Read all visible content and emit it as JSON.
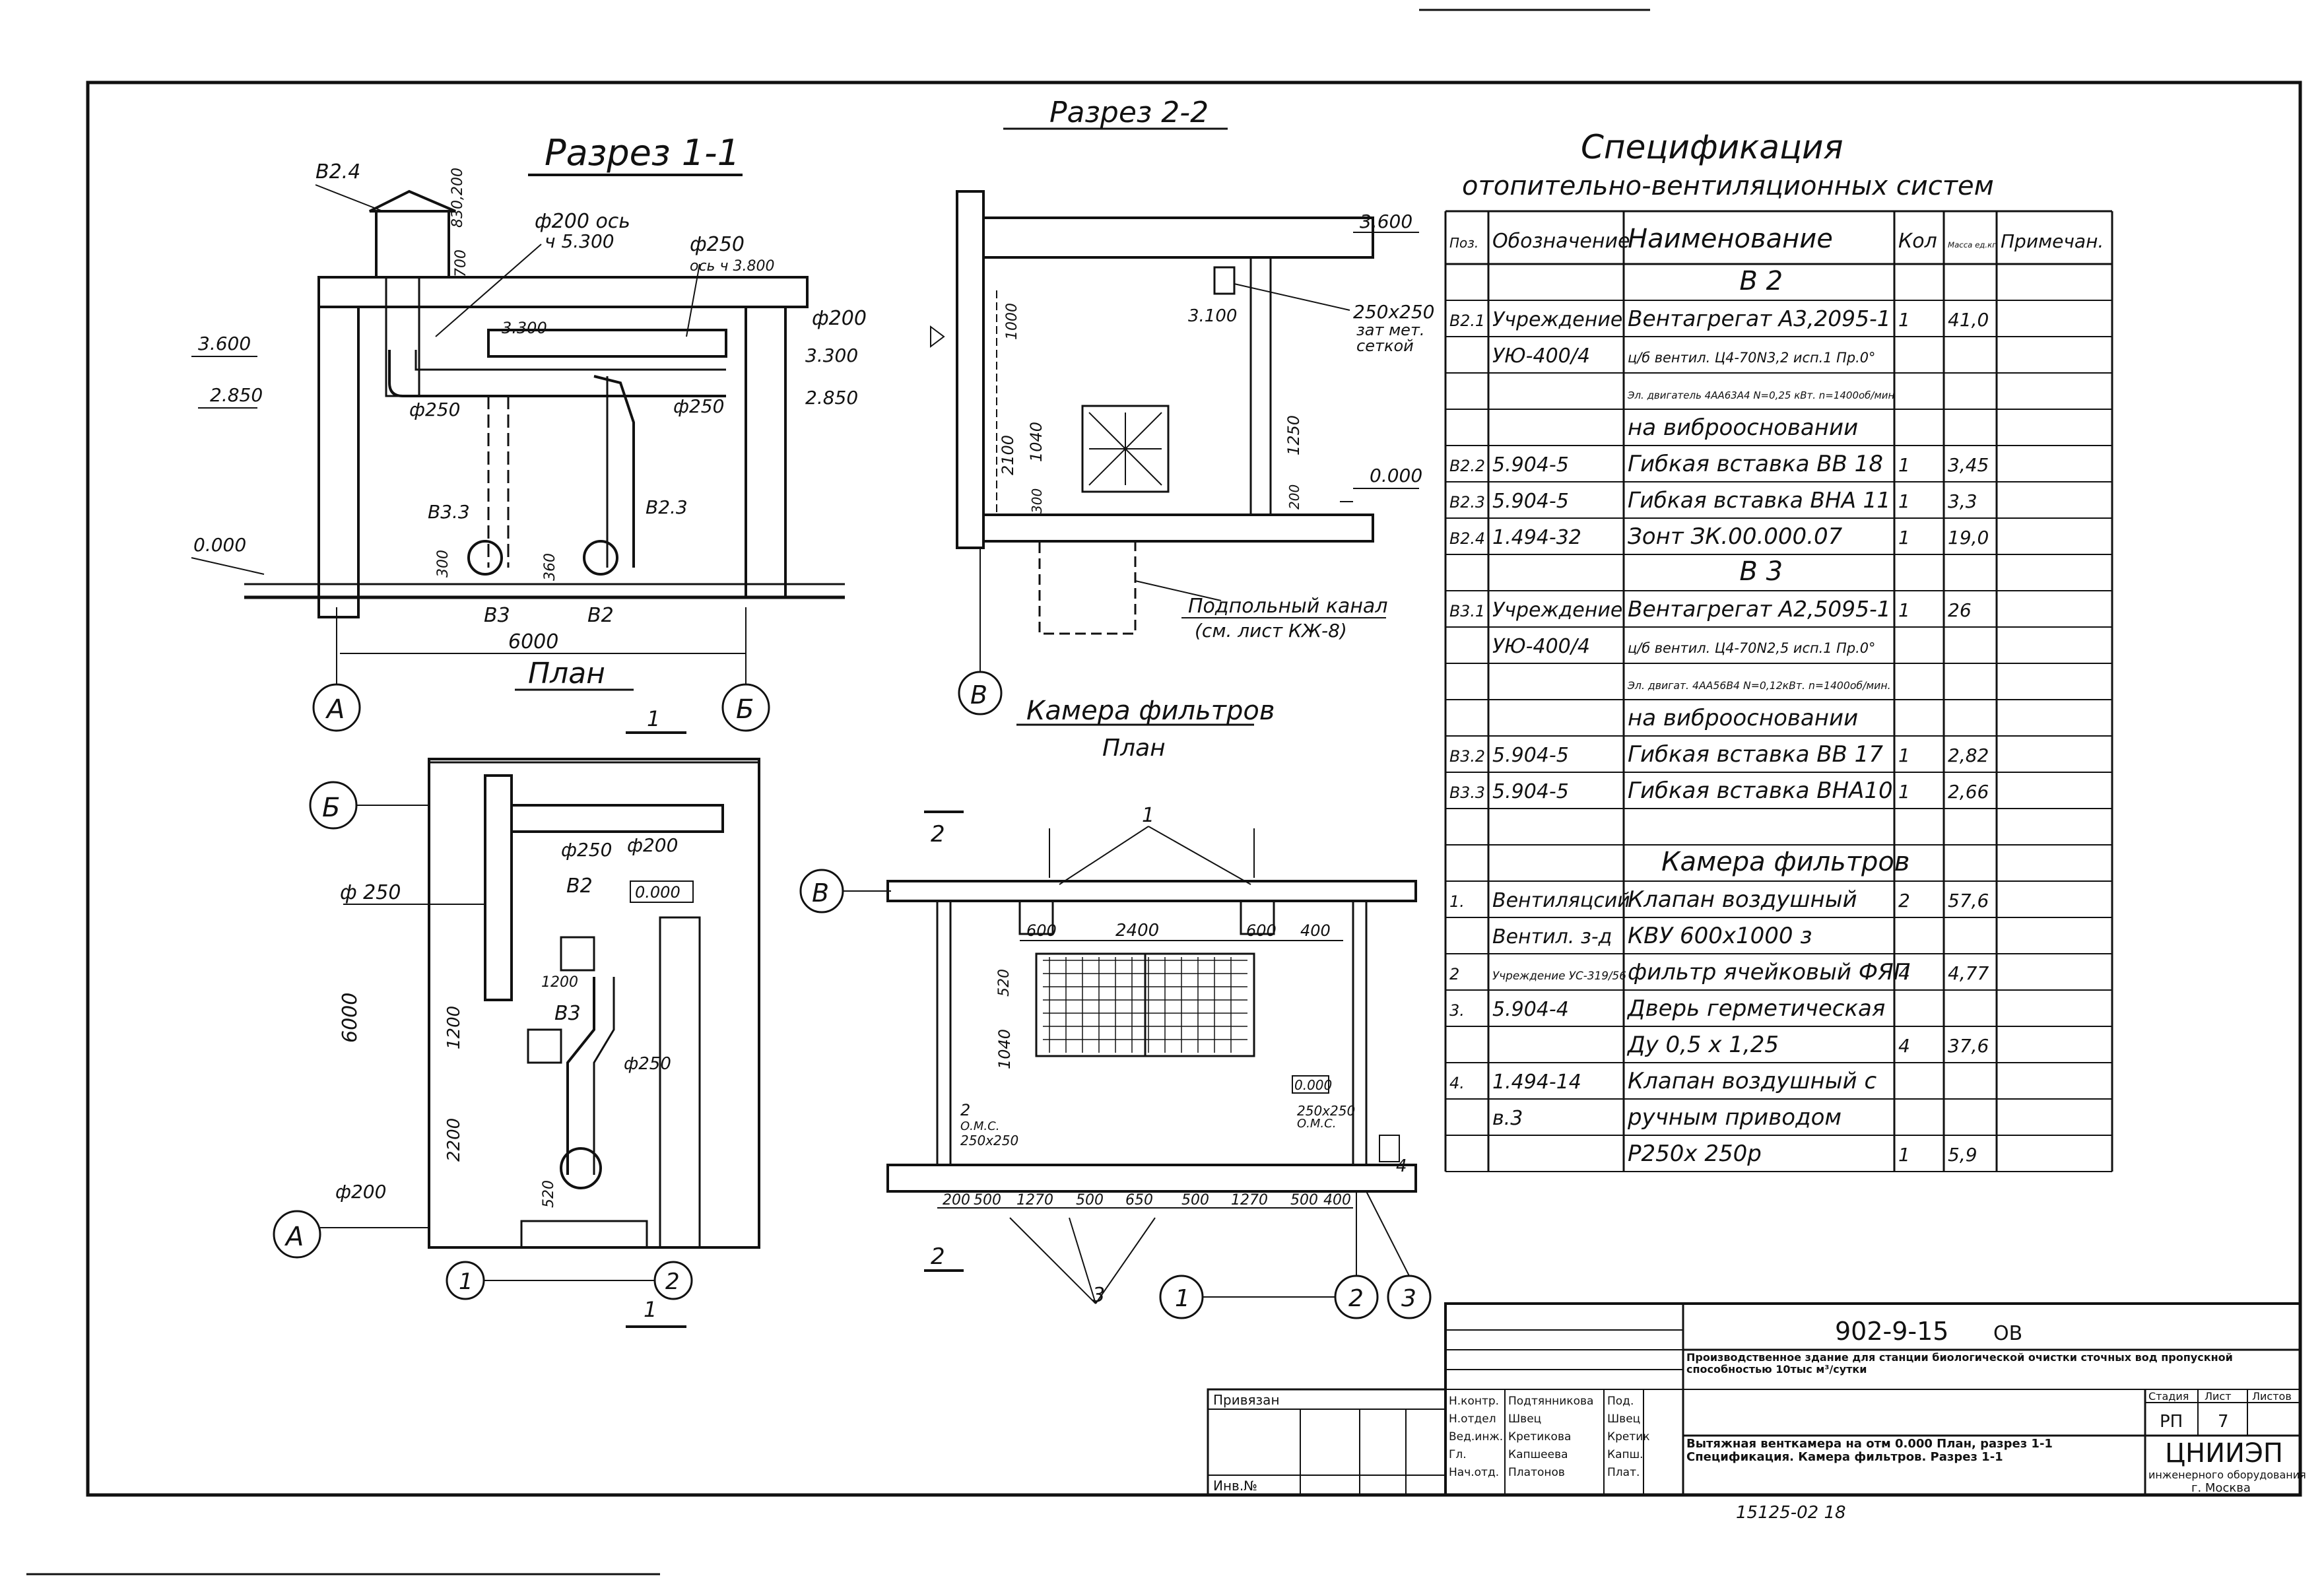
{
  "section_1_1": {
    "title": "Разрез 1-1",
    "elev_top_vent": "В2.4",
    "dim_830_200": "830,200",
    "dim_700": "700",
    "duct1": "ф200 ось",
    "duct1_elev": "ч 5.300",
    "duct2": "ф250",
    "duct2_elev": "ось ч 3.800",
    "elev_3600": "3.600",
    "elev_2850_left": "2.850",
    "elev_3300_mark": "3.300",
    "d200_right": "ф200",
    "elev_3300_right": "3.300",
    "elev_2850_right": "2.850",
    "d250_left": "ф250",
    "d250_mid": "ф250",
    "label_v33": "В3.3",
    "label_v23": "В2.3",
    "dim_300": "300",
    "dim_360": "360",
    "label_v3": "В3",
    "label_v2": "В2",
    "elev_0000": "0.000",
    "dim_6000": "6000",
    "axis_a": "А",
    "axis_b": "Б"
  },
  "plan_left": {
    "title": "План",
    "cut_mark": "1",
    "axis_b": "Б",
    "axis_a": "А",
    "d250_top": "ф250",
    "d200_top": "ф200",
    "d250_left": "ф 250",
    "label_v2": "В2",
    "elev_box": "0.000",
    "dim_6000": "6000",
    "dim_1200a": "1200",
    "dim_1200b": "1200",
    "label_v3": "В3",
    "d250_right": "ф250",
    "dim_2200": "2200",
    "dim_520": "520",
    "d200_bottom": "ф200",
    "axis_1": "1",
    "axis_2": "2"
  },
  "section_2_2": {
    "title": "Разрез 2-2",
    "elev_3600": "3.600",
    "dim_250x250": "250x250",
    "dim_note1": "зат мет.",
    "dim_note2": "сеткой",
    "elev_3100": "3.100",
    "dim_1000": "1000",
    "dim_2100": "2100",
    "dim_1040": "1040",
    "dim_300": "300",
    "dim_1250": "1250",
    "dim_200": "200",
    "elev_0000": "0.000",
    "channel_label": "Подпольный канал",
    "channel_ref": "(см. лист КЖ-8)",
    "axis_v": "В"
  },
  "filter_chamber": {
    "title": "Камера фильтров",
    "subtitle": "План",
    "cut_2": "2",
    "axis_v": "В",
    "leader_1": "1",
    "dim_600a": "600",
    "dim_2400": "2400",
    "dim_600b": "600",
    "dim_400": "400",
    "dim_520": "520",
    "dim_1040": "1040",
    "elev_box": "0.000",
    "mark_2": "2",
    "om_c": "О.М.С.",
    "grille_250_left": "250x250",
    "grille_250_right": "250x250",
    "om_c_right": "О.М.С.",
    "mark_4": "4",
    "bottom_dims": [
      "200",
      "500",
      "1270",
      "500",
      "650",
      "500",
      "1270",
      "500",
      "400"
    ],
    "leader_3": "3",
    "axis_1": "1",
    "axis_2": "2",
    "axis_3": "3"
  },
  "specification": {
    "title": "Спецификация",
    "subtitle": "отопительно-вентиляционных систем",
    "headers": [
      "Поз.",
      "Обозначение",
      "Наименование",
      "Кол",
      "Масса ед.кг",
      "Примечан."
    ],
    "rows": [
      [
        "",
        "",
        "В 2",
        "",
        "",
        ""
      ],
      [
        "В2.1",
        "Учреждение",
        "Вентагрегат А3,2095-1",
        "1",
        "41,0",
        ""
      ],
      [
        "",
        "УЮ-400/4",
        "ц/б вентил. Ц4-70N3,2 исп.1 Пр.0°",
        "",
        "",
        ""
      ],
      [
        "",
        "",
        "Эл. двигатель 4АА63А4 N=0,25 кВт. n=1400об/мин",
        "",
        "",
        ""
      ],
      [
        "",
        "",
        "на виброосновании",
        "",
        "",
        ""
      ],
      [
        "В2.2",
        "5.904-5",
        "Гибкая вставка ВВ 18",
        "1",
        "3,45",
        ""
      ],
      [
        "В2.3",
        "5.904-5",
        "Гибкая вставка ВНА 11",
        "1",
        "3,3",
        ""
      ],
      [
        "В2.4",
        "1.494-32",
        "Зонт ЗК.00.000.07",
        "1",
        "19,0",
        ""
      ],
      [
        "",
        "",
        "В 3",
        "",
        "",
        ""
      ],
      [
        "В3.1",
        "Учреждение",
        "Вентагрегат А2,5095-1",
        "1",
        "26",
        ""
      ],
      [
        "",
        "УЮ-400/4",
        "ц/б вентил. Ц4-70N2,5 исп.1 Пр.0°",
        "",
        "",
        ""
      ],
      [
        "",
        "",
        "Эл. двигат. 4АА56В4 N=0,12кВт. n=1400об/мин.",
        "",
        "",
        ""
      ],
      [
        "",
        "",
        "на виброосновании",
        "",
        "",
        ""
      ],
      [
        "В3.2",
        "5.904-5",
        "Гибкая вставка ВВ 17",
        "1",
        "2,82",
        ""
      ],
      [
        "В3.3",
        "5.904-5",
        "Гибкая вставка ВНА10",
        "1",
        "2,66",
        ""
      ],
      [
        "",
        "",
        "",
        "",
        "",
        ""
      ],
      [
        "",
        "",
        "Камера фильтров",
        "",
        "",
        ""
      ],
      [
        "1.",
        "Вентиляцсий",
        "Клапан воздушный",
        "2",
        "57,6",
        ""
      ],
      [
        "",
        "Вентил. з-д",
        "КВУ 600х1000 з",
        "",
        "",
        ""
      ],
      [
        "2",
        "Учреждение УС-319/56",
        "фильтр ячейковый ФЯП",
        "4",
        "4,77",
        ""
      ],
      [
        "3.",
        "5.904-4",
        "Дверь герметическая",
        "",
        "",
        ""
      ],
      [
        "",
        "",
        "Ду 0,5 х 1,25",
        "4",
        "37,6",
        ""
      ],
      [
        "4.",
        "1.494-14",
        "Клапан воздушный с",
        "",
        "",
        ""
      ],
      [
        "",
        "в.3",
        "ручным приводом",
        "",
        "",
        ""
      ],
      [
        "",
        "",
        "Р250х 250р",
        "1",
        "5,9",
        ""
      ]
    ]
  },
  "title_block": {
    "code": "902-9-15",
    "sheet_code": "ОВ",
    "project_title": "Производственное здание для станции биологической очистки сточных вод пропускной способностью 10тыс м³/сутки",
    "stage_label": "Стадия",
    "sheet_label": "Лист",
    "sheets_label": "Листов",
    "stage": "РП",
    "sheet": "7",
    "sheet_title": "Вытяжная венткамера на отм 0.000 План, разрез 1-1 Спецификация. Камера фильтров. Разрез 1-1",
    "org_name": "ЦНИИЭП",
    "org_sub": "инженерного оборудования",
    "org_city": "г. Москва",
    "binding_label": "Привязан",
    "inv_label": "Инв.№",
    "roles": [
      "Н.контр.",
      "Н.отдел",
      "Вед.инж.",
      "Гл.",
      "Нач.отд."
    ],
    "names": [
      "Подтянникова",
      "Швец",
      "Кретикова",
      "Капшеева",
      "Платонов"
    ],
    "sigs": [
      "Под.",
      "Швец",
      "Кретик",
      "Капш.",
      "Плат."
    ],
    "archive_no": "15125-02  18"
  }
}
